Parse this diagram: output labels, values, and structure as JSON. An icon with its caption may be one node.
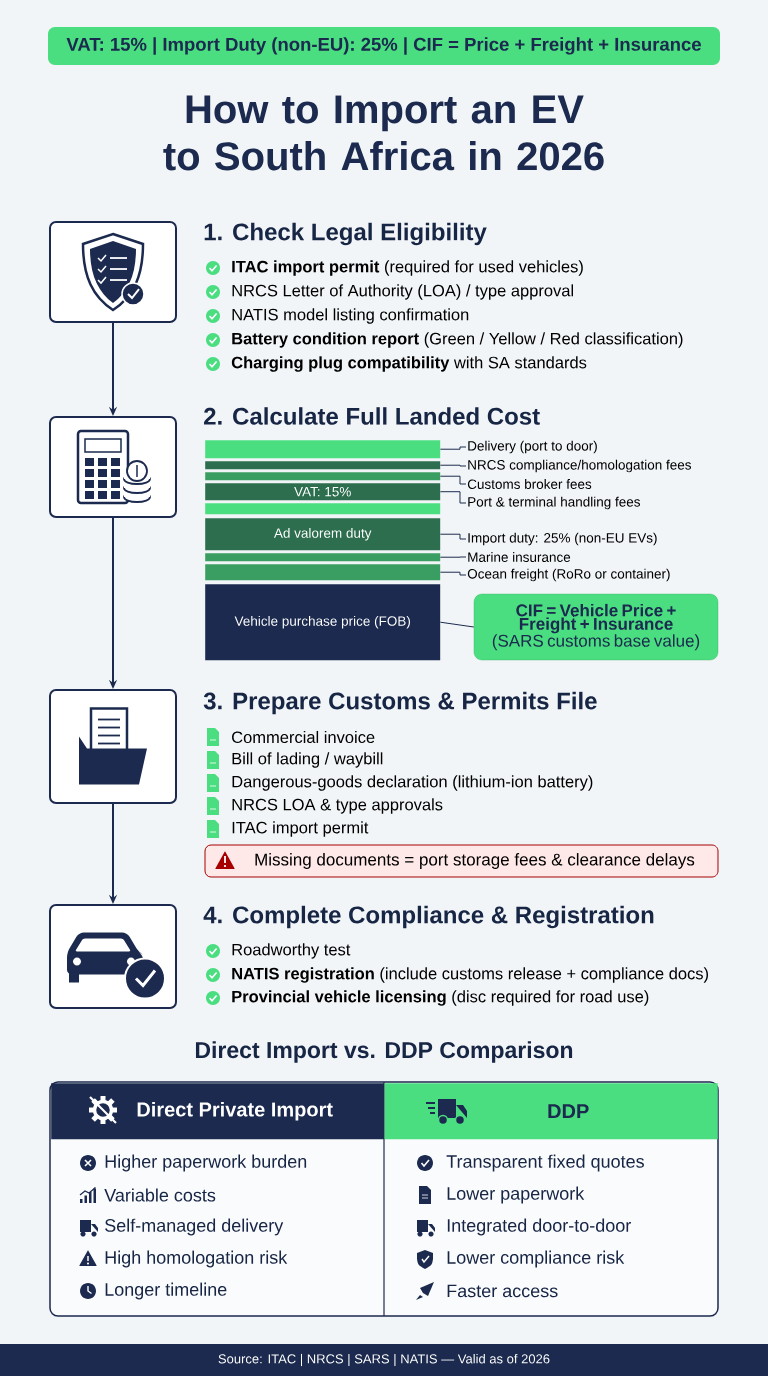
{
  "diagram": {
    "title": "How to Import an EV to South Africa in 2026",
    "nodes": [
      {
        "text": [
          "VAT: 15% | Import Duty (non-EU): 25% | CIF = Price + Freight + Insurance"
        ]
      },
      {
        "text": [],
        "shape": "picture",
        "beside": [
          "1. Check Legal Eligibility",
          "**ITAC import permit** (required for used vehicles)",
          "NRCS Letter of Authority (LOA) / type approval",
          "NATIS model listing confirmation",
          "**Battery condition report** (Green / Yellow / Red classification)",
          "**Charging plug compatibility** with SA standards"
        ]
      },
      {
        "text": [],
        "shape": "picture",
        "beside": [
          "2. Calculate Full Landed Cost"
        ]
      },
      {
        "text": [],
        "shape": "bar"
      },
      {
        "text": [],
        "shape": "bar"
      },
      {
        "text": [],
        "shape": "bar"
      },
      {
        "text": [
          "VAT: 15%"
        ]
      },
      {
        "text": [],
        "shape": "bar"
      },
      {
        "text": [
          "Ad valorem duty"
        ]
      },
      {
        "text": [],
        "shape": "bar"
      },
      {
        "text": [],
        "shape": "bar"
      },
      {
        "text": [
          "Vehicle purchase price (FOB)"
        ]
      },
      {
        "text": [
          "Delivery (port to door)"
        ]
      },
      {
        "text": [
          "NRCS compliance/homologation fees"
        ]
      },
      {
        "text": [
          "Customs broker fees"
        ]
      },
      {
        "text": [
          "Port & terminal handling fees"
        ]
      },
      {
        "text": [
          "Import duty: 25% (non-EU EVs)"
        ]
      },
      {
        "text": [
          "Marine insurance"
        ]
      },
      {
        "text": [
          "Ocean freight (RoRo or container)"
        ]
      },
      {
        "text": [
          "CIF = Vehicle Price + Freight + Insurance",
          "(SARS customs base value)"
        ]
      },
      {
        "text": [],
        "shape": "picture",
        "beside": [
          "3. Prepare Customs & Permits File",
          "Commercial invoice",
          "Bill of lading / waybill",
          "Dangerous-goods declaration (lithium-ion battery)",
          "NRCS LOA & type approvals",
          "ITAC import permit"
        ]
      },
      {
        "text": [
          "Missing documents = port storage fees & clearance delays"
        ]
      },
      {
        "text": [],
        "shape": "picture",
        "beside": [
          "4. Complete Compliance & Registration",
          "Roadworthy test",
          "**NATIS registration** (include customs release + compliance docs)",
          "**Provincial vehicle licensing** (disc required for road use)"
        ]
      },
      {
        "text": [
          "Direct Private Import"
        ]
      },
      {
        "text": [
          "DDP"
        ]
      },
      {
        "text": [
          "Source: ITAC | NRCS | SARS | NATIS — Valid as of 2026"
        ]
      }
    ],
    "edges": [
      {
        "from": 1,
        "to": 2,
        "arrow": "to"
      },
      {
        "from": 2,
        "to": 20,
        "arrow": "to"
      },
      {
        "from": 20,
        "to": 22,
        "arrow": "to"
      },
      {
        "from": 12,
        "to": 3,
        "arrow": "none"
      },
      {
        "from": 13,
        "to": 4,
        "arrow": "none"
      },
      {
        "from": 14,
        "to": 5,
        "arrow": "none"
      },
      {
        "from": 15,
        "to": 6,
        "arrow": "none"
      },
      {
        "from": 16,
        "to": 8,
        "arrow": "none"
      },
      {
        "from": 17,
        "to": 9,
        "arrow": "none"
      },
      {
        "from": 18,
        "to": 10,
        "arrow": "none"
      },
      {
        "from": 19,
        "to": 11,
        "arrow": "none"
      }
    ],
    "labels": [
      "Direct Import vs. DDP Comparison",
      "Higher paperwork burden",
      "Transparent fixed quotes",
      "Variable costs",
      "Lower paperwork",
      "Self-managed delivery",
      "Integrated door-to-door",
      "High homologation risk",
      "Lower compliance risk",
      "Longer timeline",
      "Faster access"
    ]
  }
}
